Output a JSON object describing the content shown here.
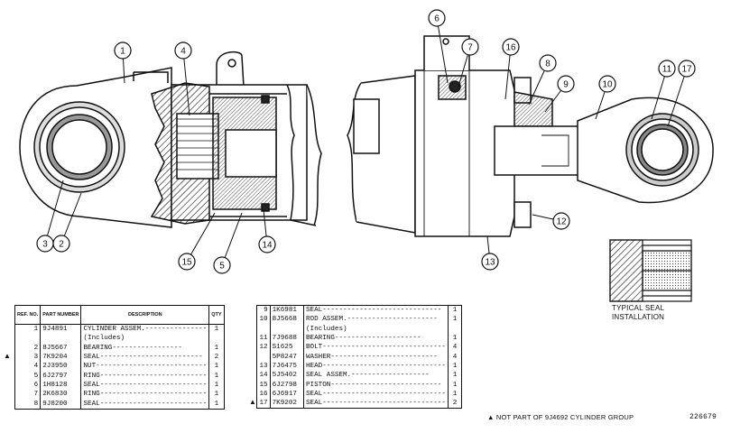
{
  "callouts": [
    {
      "id": "c1",
      "label": "1"
    },
    {
      "id": "c2",
      "label": "2"
    },
    {
      "id": "c3",
      "label": "3"
    },
    {
      "id": "c4",
      "label": "4"
    },
    {
      "id": "c5",
      "label": "5"
    },
    {
      "id": "c6",
      "label": "6"
    },
    {
      "id": "c7",
      "label": "7"
    },
    {
      "id": "c8",
      "label": "8"
    },
    {
      "id": "c9",
      "label": "9"
    },
    {
      "id": "c10",
      "label": "10"
    },
    {
      "id": "c11",
      "label": "11"
    },
    {
      "id": "c12",
      "label": "12"
    },
    {
      "id": "c13",
      "label": "13"
    },
    {
      "id": "c14",
      "label": "14"
    },
    {
      "id": "c15",
      "label": "15"
    },
    {
      "id": "c16",
      "label": "16"
    },
    {
      "id": "c17",
      "label": "17"
    }
  ],
  "seal_caption": {
    "line1": "TYPICAL SEAL",
    "line2": "INSTALLATION"
  },
  "table_headers": {
    "ref": "REF. NO.",
    "part": "PART NUMBER",
    "desc": "DESCRIPTION",
    "qty": "QTY"
  },
  "parts_left": [
    {
      "ref": "1",
      "pn": "9J4891",
      "desc": "CYLINDER ASSEM.---------------",
      "qty": "1",
      "flag": ""
    },
    {
      "ref": "",
      "pn": "",
      "desc": "(Includes)",
      "qty": "",
      "flag": ""
    },
    {
      "ref": "2",
      "pn": "8J5667",
      "desc": "BEARING-----------------",
      "qty": "1",
      "flag": ""
    },
    {
      "ref": "3",
      "pn": "7K9204",
      "desc": "SEAL-------------------------",
      "qty": "2",
      "flag": "▲"
    },
    {
      "ref": "4",
      "pn": "2J3950",
      "desc": "NUT---------------------------",
      "qty": "1",
      "flag": ""
    },
    {
      "ref": "5",
      "pn": "6J2797",
      "desc": "RING--------------------------",
      "qty": "1",
      "flag": ""
    },
    {
      "ref": "6",
      "pn": "1H8128",
      "desc": "SEAL--------------------------",
      "qty": "1",
      "flag": ""
    },
    {
      "ref": "7",
      "pn": "2K6830",
      "desc": "RING--------------------------",
      "qty": "1",
      "flag": ""
    },
    {
      "ref": "8",
      "pn": "9J8200",
      "desc": "SEAL--------------------------",
      "qty": "1",
      "flag": ""
    }
  ],
  "parts_right": [
    {
      "ref": "9",
      "pn": "1K6981",
      "desc": "SEAL-----------------------------",
      "qty": "1",
      "flag": ""
    },
    {
      "ref": "10",
      "pn": "8J5668",
      "desc": "ROD ASSEM.----------------------",
      "qty": "1",
      "flag": ""
    },
    {
      "ref": "",
      "pn": "",
      "desc": "(Includes)",
      "qty": "",
      "flag": ""
    },
    {
      "ref": "11",
      "pn": "7J9688",
      "desc": "BEARING---------------------",
      "qty": "1",
      "flag": ""
    },
    {
      "ref": "12",
      "pn": "S1625",
      "desc": "BOLT------------------------------",
      "qty": "4",
      "flag": ""
    },
    {
      "ref": "",
      "pn": "5P8247",
      "desc": "WASHER--------------------------",
      "qty": "4",
      "flag": ""
    },
    {
      "ref": "13",
      "pn": "7J6475",
      "desc": "HEAD------------------------------",
      "qty": "1",
      "flag": ""
    },
    {
      "ref": "14",
      "pn": "5J5402",
      "desc": "SEAL ASSEM.-------------------",
      "qty": "1",
      "flag": ""
    },
    {
      "ref": "15",
      "pn": "6J2798",
      "desc": "PISTON---------------------------",
      "qty": "1",
      "flag": ""
    },
    {
      "ref": "16",
      "pn": "6J6917",
      "desc": "SEAL------------------------------",
      "qty": "1",
      "flag": ""
    },
    {
      "ref": "17",
      "pn": "7K9202",
      "desc": "SEAL------------------------------",
      "qty": "2",
      "flag": "▲"
    }
  ],
  "footnote": "▲ NOT PART OF 9J4692 CYLINDER GROUP",
  "drawing_number": "226679"
}
